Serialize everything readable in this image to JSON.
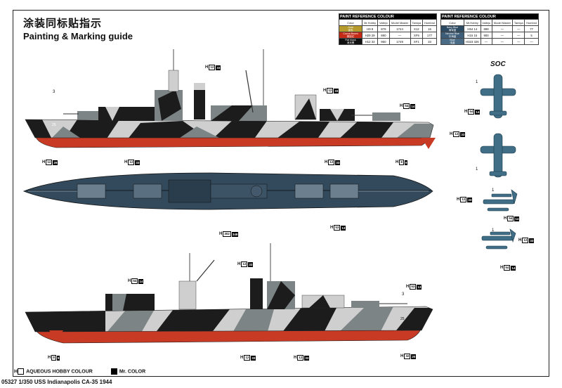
{
  "header": {
    "title_cn": "涂装同标贴指示",
    "title_en": "Painting & Marking guide"
  },
  "footer": {
    "text": "05327 1/350 USS Indianapolis CA-35 1944"
  },
  "legend": {
    "aqueous": "AQUEOUS HOBBY COLOUR",
    "mr": "Mr. COLOR"
  },
  "soc_label": "SOC",
  "ref_table_1": {
    "title": "PAINT REFERENCE COLOUR",
    "headers": [
      "Color",
      "Mr.Hobby",
      "Vallejo",
      "Model Master",
      "Tamiya",
      "Humbrol"
    ],
    "rows": [
      {
        "name_cn": "金色",
        "name_en": "Gold",
        "color": "#b69a2b",
        "h": "9",
        "c": "9",
        "vallejo": "878",
        "mm": "1744",
        "tamiya": "X12",
        "humbrol": "16"
      },
      {
        "name_cn": "橡胶红",
        "name_en": "Cocoa Brown",
        "color": "#c52a16",
        "h": "29",
        "c": "29",
        "vallejo": "880",
        "mm": "—",
        "tamiya": "XF9",
        "humbrol": "177"
      },
      {
        "name_cn": "消光黑",
        "name_en": "Flat black",
        "color": "#111111",
        "h": "12",
        "c": "33",
        "vallejo": "950",
        "mm": "1749",
        "tamiya": "XF1",
        "humbrol": "33"
      }
    ]
  },
  "ref_table_2": {
    "title": "PAINT REFERENCE COLOUR",
    "headers": [
      "Color",
      "Mr.Hobby",
      "Vallejo",
      "Model Master",
      "Tamiya",
      "Humbrol"
    ],
    "rows": [
      {
        "name_cn": "海军蓝",
        "name_en": "Navy Blue",
        "color": "#2d4a63",
        "h": "54",
        "c": "14",
        "vallejo": "898",
        "mm": "—",
        "tamiya": "—",
        "humbrol": "77"
      },
      {
        "name_cn": "中海蓝",
        "name_en": "Neutral Blue",
        "color": "#3e5d78",
        "h": "15",
        "c": "15",
        "vallejo": "900",
        "mm": "—",
        "tamiya": "—",
        "humbrol": "5"
      },
      {
        "name_cn": "浅蓝",
        "name_en": "Blue",
        "color": "#496b86",
        "h": "323",
        "c": "326",
        "vallejo": "—",
        "mm": "—",
        "tamiya": "—",
        "humbrol": "—"
      }
    ]
  },
  "callouts": [
    {
      "h": "12",
      "c": "33"
    },
    {
      "h": "12",
      "c": "33"
    },
    {
      "h": "54",
      "c": "14"
    },
    {
      "h": "12",
      "c": "33"
    },
    {
      "h": "12",
      "c": "29"
    },
    {
      "h": "12",
      "c": "33"
    },
    {
      "h": "12",
      "c": "33"
    },
    {
      "h": "8",
      "c": "9"
    },
    {
      "h": "53",
      "c": "13"
    },
    {
      "h": "302",
      "c": "348"
    },
    {
      "h": "12",
      "c": "33"
    },
    {
      "h": "54",
      "c": "14"
    },
    {
      "h": "53",
      "c": "13"
    },
    {
      "h": "8",
      "c": "9"
    },
    {
      "h": "12",
      "c": "33"
    },
    {
      "h": "12",
      "c": "33"
    },
    {
      "h": "32",
      "c": "20"
    },
    {
      "h": "54",
      "c": "14"
    },
    {
      "h": "12",
      "c": "33"
    },
    {
      "h": "54",
      "c": "14"
    },
    {
      "h": "12",
      "c": "33"
    },
    {
      "h": "54",
      "c": "14"
    }
  ],
  "numbers": {
    "n3a": "3",
    "n25a": "25",
    "n3b": "3",
    "n25b": "25",
    "n1a": "1",
    "n1b": "1",
    "n1c": "1",
    "n1d": "1"
  },
  "colors": {
    "hull_red": "#c83a24",
    "dark": "#1c1c1c",
    "light": "#cfcfcf",
    "mid": "#7d8486",
    "deck": "#334a5c",
    "plane_blue": "#3f6e86"
  }
}
